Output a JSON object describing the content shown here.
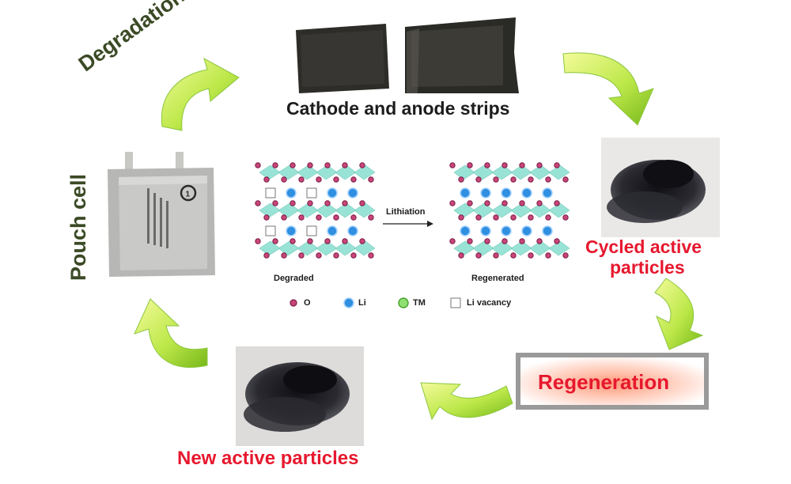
{
  "labels": {
    "degradation": "Degradation",
    "strips": "Cathode and anode strips",
    "cycled_line1": "Cycled active",
    "cycled_line2": "particles",
    "regeneration": "Regeneration",
    "new_particles": "New active particles",
    "pouch_cell": "Pouch cell"
  },
  "crystal": {
    "degraded": "Degraded",
    "regenerated": "Regenerated",
    "arrow_label": "Lithiation"
  },
  "legend": [
    {
      "key": "o",
      "label": "O",
      "color": "#b0305e"
    },
    {
      "key": "li",
      "label": "Li",
      "color": "#2f8fe0"
    },
    {
      "key": "tm",
      "label": "TM",
      "color": "#7cd05a"
    },
    {
      "key": "vacancy",
      "label": "Li vacancy",
      "color": "#ffffff"
    }
  ],
  "colors": {
    "arrow_light": "#e8f77a",
    "arrow_dark": "#7fc01c",
    "accent_red": "#e6182e",
    "layer_teal": "#8fe0d2",
    "powder": "#1d1d22"
  }
}
